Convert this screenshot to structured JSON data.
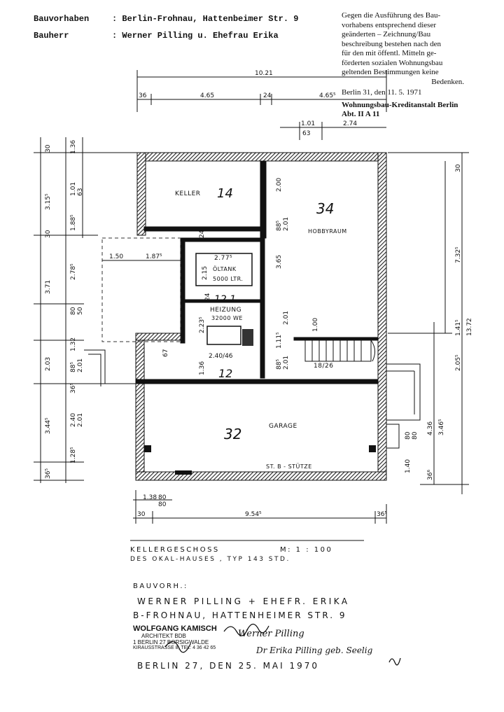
{
  "header": {
    "label1": "Bauvorhaben",
    "value1": ": Berlin-Frohnau, Hattenbeimer Str. 9",
    "label2": "Bauherr",
    "value2": ": Werner Pilling u. Ehefrau Erika"
  },
  "approval_stamp": {
    "lines": [
      "Gegen die Ausführung des Bau-",
      "vorhabens entsprechend dieser",
      "geänderten – Zeichnung/Bau",
      "beschreibung bestehen nach den",
      "für den mit öffentl. Mitteln ge-",
      "förderten sozialen Wohnungsbau",
      "geltenden Bestimmungen keine",
      "Bedenken."
    ],
    "date_line": "Berlin 31, den 11. 5. 1971",
    "authority": "Wohnungsbau-Kreditanstalt Berlin",
    "dept": "Abt. II A 11"
  },
  "rooms": {
    "keller": "KELLER",
    "keller_no": "14",
    "hobby": "HOBBYRAUM",
    "hobby_no": "34",
    "oeltank": "ÖLTANK",
    "oeltank_cap": "5000 LTR.",
    "oeltank_dim": "2.77⁵",
    "heizung": "HEIZUNG",
    "heizung_cap": "32000 WE",
    "heizung_no": "12.1",
    "flur_no": "12",
    "garage": "GARAGE",
    "garage_no": "32",
    "stuetze": "ST. B - STÜTZE",
    "stairs": "18/26"
  },
  "dimensions": {
    "top_total": "10.21",
    "top_left": "4.65",
    "top_mid": "24",
    "top_right": "4.65⁵",
    "top_36": "36",
    "top_101": "1.01",
    "top_63": "63",
    "top_274": "2.74",
    "bottom_138": "1.38",
    "bottom_80": "80",
    "bottom_80b": "80",
    "bottom_30": "30",
    "bottom_total": "9.54⁵",
    "bottom_right": "36⁵",
    "left_150": "1.50",
    "left_187": "1.87⁵",
    "left_v": [
      "30",
      "1.36",
      "3.15⁵",
      "1.01",
      "63",
      "1.88⁵",
      "30",
      "3.71",
      "2.78⁵",
      "80",
      "50",
      "1.32",
      "2.03",
      "88⁵",
      "2.01",
      "36⁵",
      "3.44⁵",
      "2.40",
      "2.01",
      "1.28⁵",
      "36⁵"
    ],
    "right_v": [
      "30",
      "7.32⁵",
      "13.72",
      "1.41⁵",
      "2.05⁵",
      "4.36",
      "3.46⁵",
      "36⁶",
      "80",
      "80",
      "1.40"
    ],
    "inner": [
      "2.00",
      "2.01",
      "88⁵",
      "2.01",
      "3.65",
      "1.00",
      "1.11⁵",
      "2.23⁵",
      "1.36",
      "88⁵",
      "2.01",
      "2.40/46",
      "67",
      "24",
      "24",
      "2.15"
    ]
  },
  "caption": {
    "line1": "KELLERGESCHOSS",
    "scale": "M: 1 : 100",
    "line2": "DES OKAL-HAUSES , TYP 143 STD."
  },
  "footer": {
    "l1": "BAUVORH.:",
    "l2": "WERNER PILLING + EHEFR. ERIKA",
    "l3": "B-FROHNAU, HATTENHEIMER STR. 9",
    "architect": "WOLFGANG KAMISCH",
    "architect2": "ARCHITEKT BDB",
    "architect3": "1 BERLIN 27 BORSIGWALDE",
    "architect4": "KIRAUSSTRASSE 8, TEL: 4 36 42 65",
    "l4": "BERLIN 27, DEN 25. MAI 1970",
    "sig1": "Werner Pilling",
    "sig2": "Dr Erika Pilling geb. Seelig"
  }
}
